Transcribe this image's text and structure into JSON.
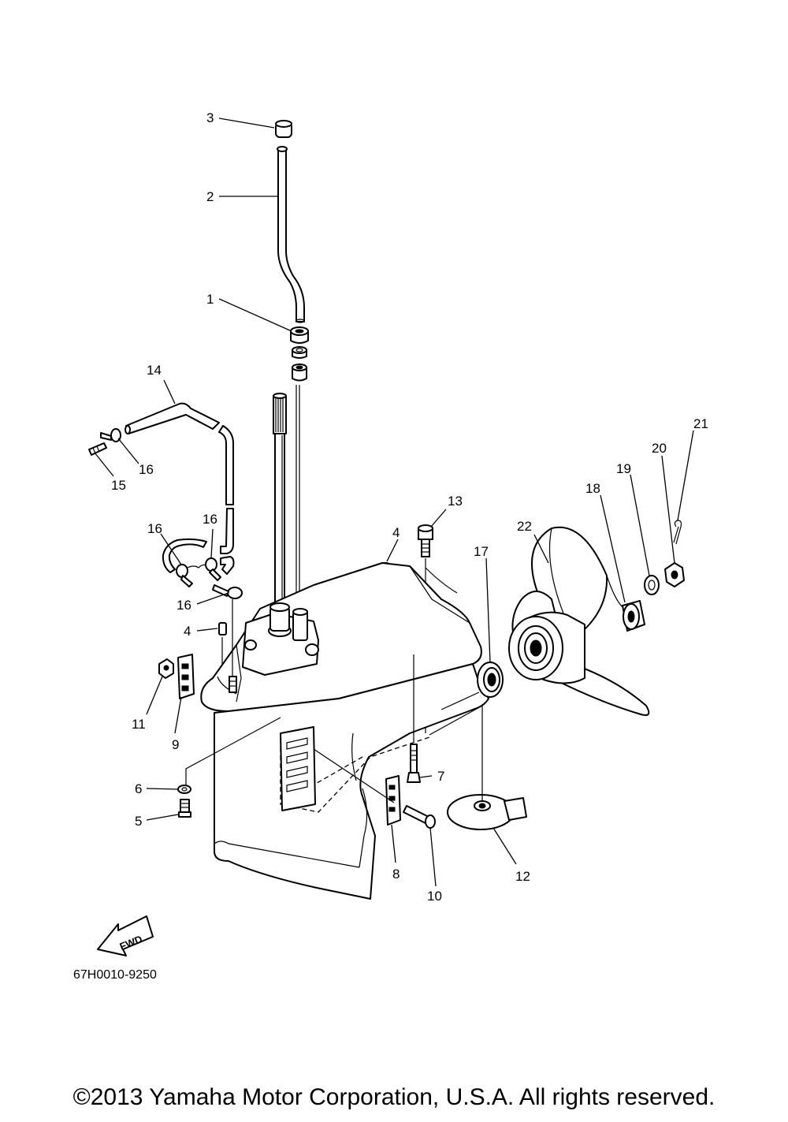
{
  "diagram": {
    "drawing_code": "67H0010-9250",
    "fwd_label": "FWD",
    "copyright": "©2013 Yamaha Motor Corporation, U.S.A. All rights reserved.",
    "callouts": {
      "c1": "1",
      "c2": "2",
      "c3": "3",
      "c4a": "4",
      "c4b": "4",
      "c5": "5",
      "c6": "6",
      "c7": "7",
      "c8": "8",
      "c9": "9",
      "c10": "10",
      "c11": "11",
      "c12": "12",
      "c13": "13",
      "c14": "14",
      "c15": "15",
      "c16a": "16",
      "c16b": "16",
      "c16c": "16",
      "c16d": "16",
      "c17": "17",
      "c18": "18",
      "c19": "19",
      "c20": "20",
      "c21": "21",
      "c22": "22"
    }
  }
}
